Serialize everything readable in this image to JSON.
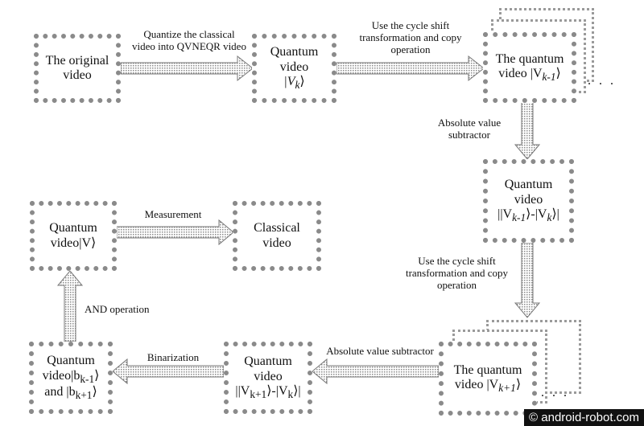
{
  "boxes": {
    "original": [
      "The original",
      "video"
    ],
    "qv_k": [
      "Quantum",
      "video",
      "|V",
      "k",
      "⟩"
    ],
    "qv_km1": [
      "The quantum",
      "video |V",
      "k-1",
      "⟩"
    ],
    "qv_diff1": [
      "Quantum",
      "video",
      "||V",
      "k-1",
      "⟩-|V",
      "k",
      "⟩|"
    ],
    "qv_kp1": [
      "The quantum",
      "video |V",
      "k+1",
      "⟩"
    ],
    "qv_diff2": [
      "Quantum",
      "video",
      "||V",
      "k+1",
      "⟩-|V",
      "k",
      "⟩|"
    ],
    "qv_b": [
      "Quantum",
      "video|b",
      "k-1",
      "⟩",
      "and |b",
      "k+1",
      "⟩"
    ],
    "qv_v": [
      "Quantum",
      "video|V⟩"
    ],
    "classical": [
      "Classical",
      "video"
    ]
  },
  "labels": {
    "quantize": [
      "Quantize the classical",
      "video into QVNEQR video"
    ],
    "cycle1": [
      "Use the cycle shift",
      "transformation and copy",
      "operation"
    ],
    "absval1": [
      "Absolute value",
      "subtractor"
    ],
    "cycle2": [
      "Use the cycle shift",
      "transformation and copy",
      "operation"
    ],
    "absval2": "Absolute value subtractor",
    "binarization": "Binarization",
    "and_op": "AND operation",
    "measurement": "Measurement"
  },
  "ellipsis": ". . .",
  "watermark": "© android-robot.com"
}
